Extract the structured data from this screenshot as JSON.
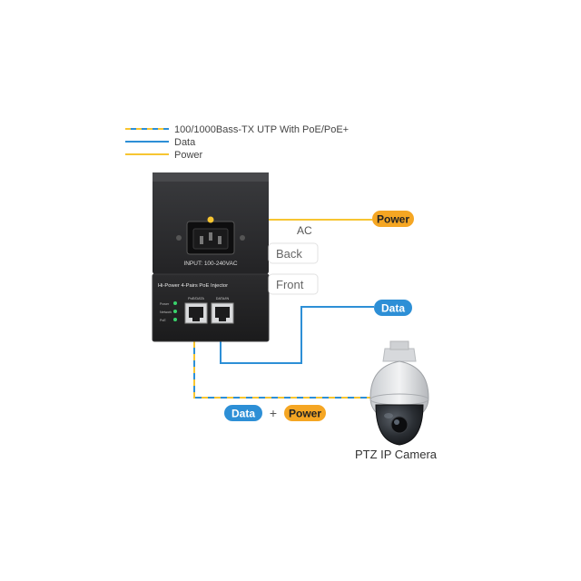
{
  "legend": {
    "items": [
      {
        "label": "100/1000Bass-TX UTP With PoE/PoE+"
      },
      {
        "label": "Data"
      },
      {
        "label": "Power"
      }
    ]
  },
  "device": {
    "back_panel": {
      "input_label": "INPUT: 100-240VAC",
      "ac_label": "AC",
      "tag": "Back"
    },
    "front_panel": {
      "title": "Hi-Power 4-Pairs PoE Injector",
      "port_labels": [
        "PoE/DATA",
        "DATA/IN"
      ],
      "led_labels": [
        "Power",
        "Network",
        "PoE"
      ],
      "tag": "Front"
    }
  },
  "badges": {
    "power": "Power",
    "data": "Data",
    "combo_data": "Data",
    "combo_plus": "+",
    "combo_power": "Power"
  },
  "camera": {
    "label": "PTZ IP Camera"
  },
  "colors": {
    "data_blue": "#2d8fd6",
    "power_yellow": "#f7c531",
    "badge_orange": "#f5a623",
    "device_dark": "#2a2a2c"
  }
}
